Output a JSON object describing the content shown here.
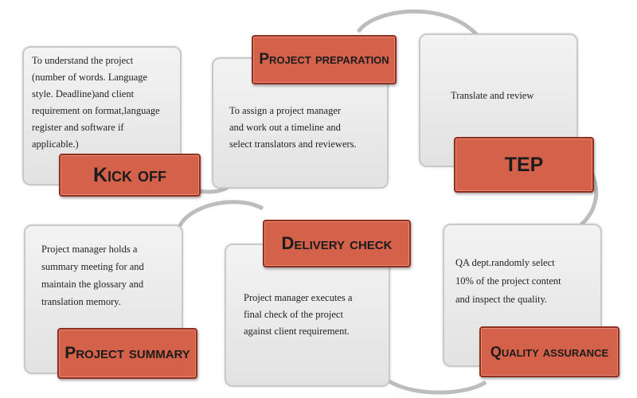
{
  "steps": [
    {
      "title": "Kick off",
      "description": "To understand the project\n(number of words. Language\n style. Deadline)and client\nrequirement on format,language\n register and software if\napplicable.)"
    },
    {
      "title": "Project preparation",
      "description": "To assign a project manager\nand work out a timeline and\n select translators and reviewers."
    },
    {
      "title": "TEP",
      "description": "Translate and review"
    },
    {
      "title": "Quality assurance",
      "description": "QA dept.randomly select\n 10% of the project content\nand inspect the quality."
    },
    {
      "title": "Delivery check",
      "description": "Project manager executes a\nfinal check of the project\nagainst client requirement."
    },
    {
      "title": "Project summary",
      "description": "Project manager holds a\nsummary meeting for and\nmaintain the glossary and\ntranslation memory."
    }
  ],
  "colors": {
    "tag_fill": "#d4614a",
    "tag_border": "#8e2f20",
    "card_fill": "#ebebeb",
    "card_border": "#c9c9c9",
    "connector": "#b9b9b9"
  }
}
